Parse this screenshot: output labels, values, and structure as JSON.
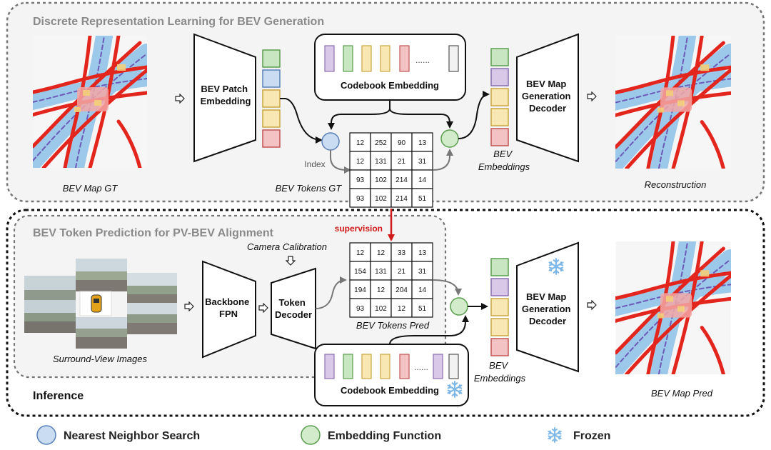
{
  "sections": {
    "top_title": "Discrete Representation Learning for BEV Generation",
    "mid_title": "BEV Token Prediction for PV-BEV Alignment",
    "inference_label": "Inference"
  },
  "top": {
    "map_gt_caption": "BEV Map GT",
    "patch_embedding_label": [
      "BEV Patch",
      "Embedding"
    ],
    "codebook_label": "Codebook Embedding",
    "codebook_ellipsis": "......",
    "index_label": "Index",
    "tokens_gt_caption": "BEV Tokens GT",
    "embeddings_caption": [
      "BEV",
      "Embeddings"
    ],
    "decoder_label": [
      "BEV Map",
      "Generation",
      "Decoder"
    ],
    "reconstruction_caption": "Reconstruction",
    "tokens_gt": [
      [
        "12",
        "252",
        "90",
        "13"
      ],
      [
        "12",
        "131",
        "21",
        "31"
      ],
      [
        "93",
        "102",
        "214",
        "14"
      ],
      [
        "93",
        "102",
        "214",
        "51"
      ]
    ]
  },
  "bottom": {
    "surround_caption": "Surround-View Images",
    "backbone_label": [
      "Backbone",
      "FPN"
    ],
    "camera_calibration": "Camera Calibration",
    "token_decoder_label": [
      "Token",
      "Decoder"
    ],
    "supervision_label": "supervision",
    "tokens_pred_caption": "BEV Tokens Pred",
    "codebook_label": "Codebook Embedding",
    "codebook_ellipsis": "......",
    "embeddings_caption": [
      "BEV",
      "Embeddings"
    ],
    "decoder_label": [
      "BEV Map",
      "Generation",
      "Decoder"
    ],
    "map_pred_caption": "BEV Map Pred",
    "tokens_pred": [
      [
        "12",
        "12",
        "33",
        "13"
      ],
      [
        "154",
        "131",
        "21",
        "31"
      ],
      [
        "194",
        "12",
        "204",
        "14"
      ],
      [
        "93",
        "102",
        "12",
        "51"
      ]
    ]
  },
  "legend": {
    "nearest": "Nearest Neighbor Search",
    "embedding_fn": "Embedding Function",
    "frozen": "Frozen"
  },
  "icons": {
    "frozen": "snowflake-icon",
    "arrow": "hollow-arrow-icon"
  },
  "colors": {
    "purple": "#d9c8e8",
    "blue": "#c9dcf2",
    "yellow": "#f8e7b2",
    "red": "#f3c3c3",
    "green": "#c9e6c2",
    "gray": "#f2f2f2",
    "nn_circle": "#c9dcf2",
    "emb_circle": "#d2ebcb",
    "supervision": "#d11a1a"
  }
}
